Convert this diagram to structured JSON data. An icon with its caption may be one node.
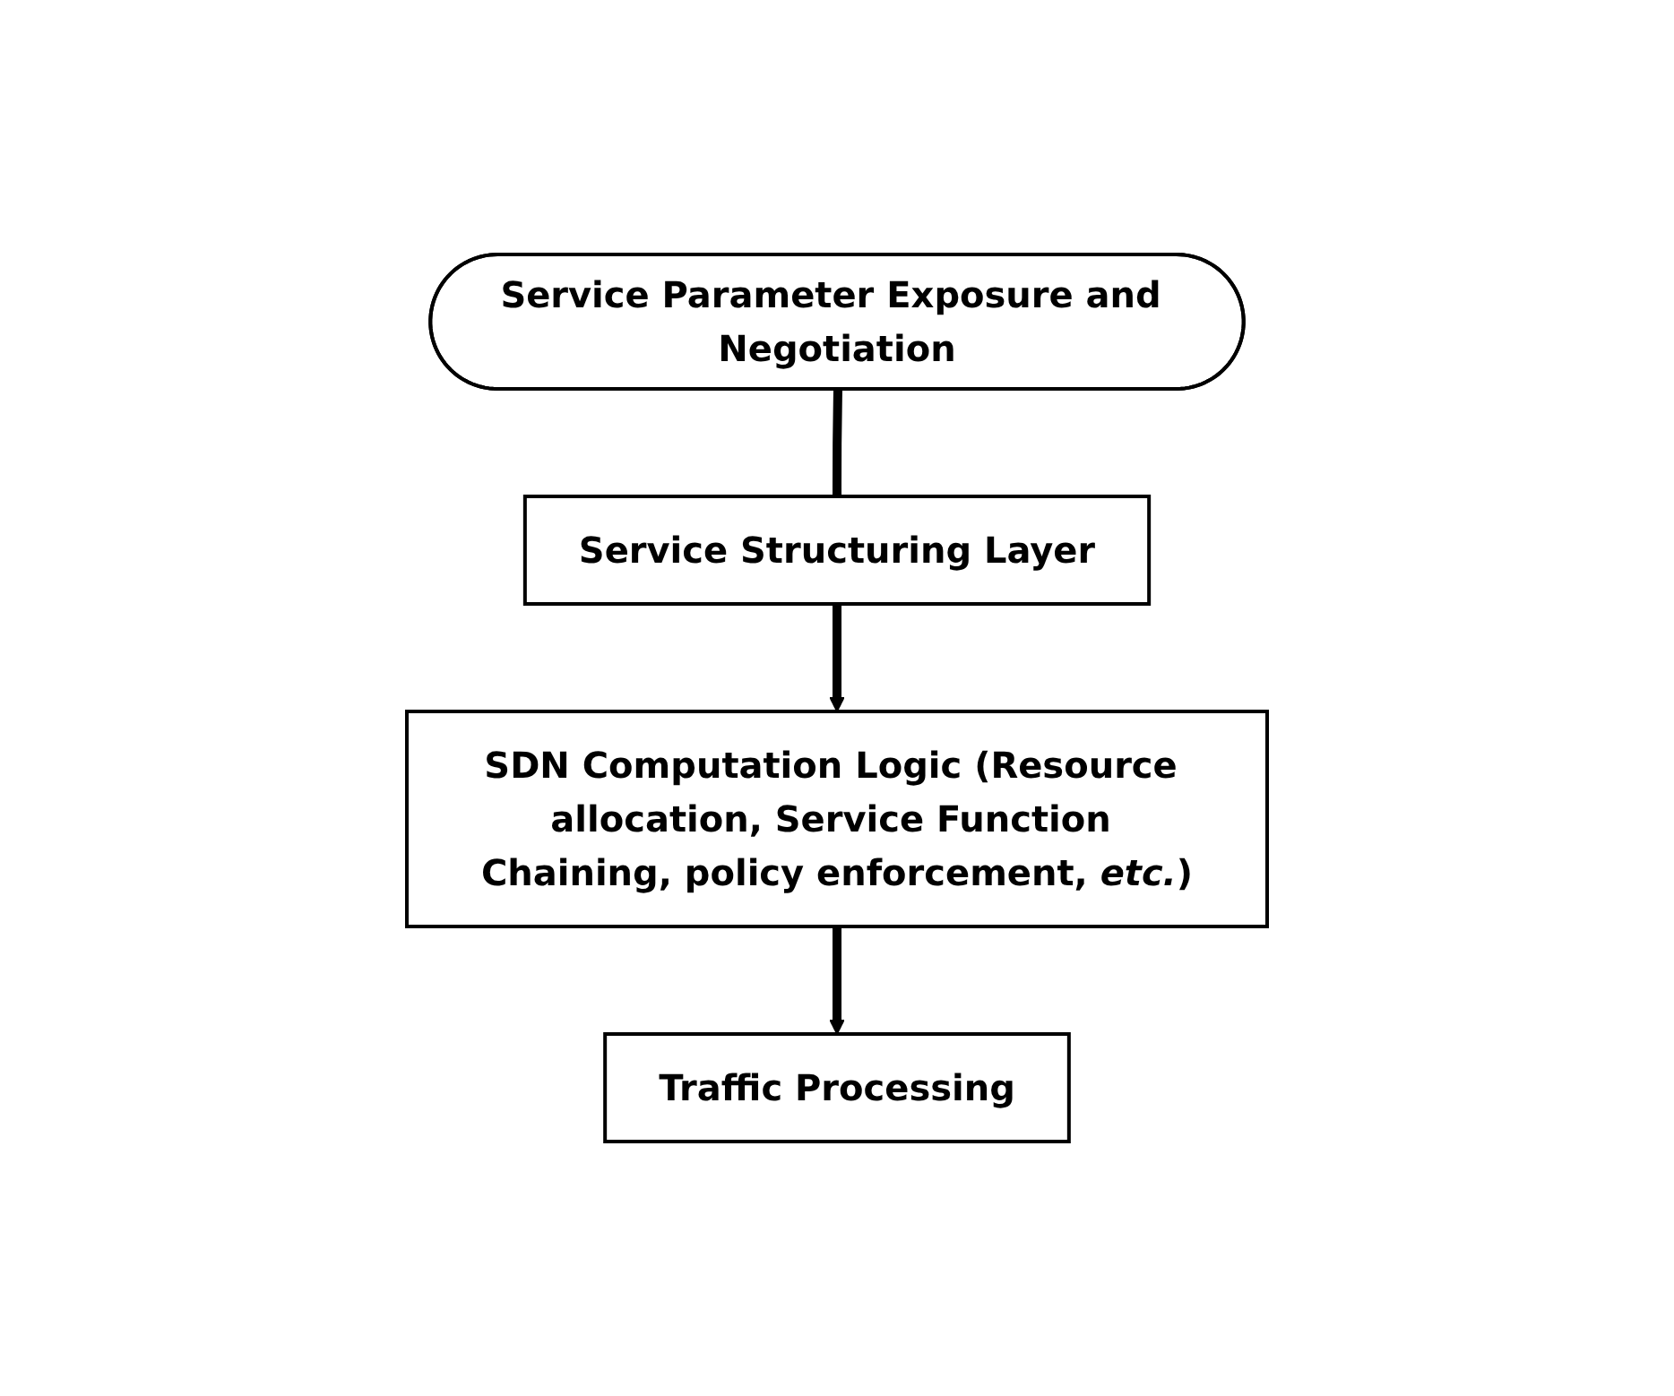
{
  "diagram": {
    "nodes": [
      {
        "text": [
          "Service Parameter Exposure and Negotiation"
        ]
      },
      {
        "text": [
          "Service Structuring Layer"
        ]
      },
      {
        "text": [
          "SDN Computation Logic (Resource allocation, Service Function Chaining, policy enforcement, *etc.*)"
        ]
      },
      {
        "text": [
          "Traffic Processing"
        ]
      }
    ],
    "edges": [
      {
        "from": 0,
        "to": 1,
        "arrow": "none"
      },
      {
        "from": 1,
        "to": 2,
        "arrow": "to"
      },
      {
        "from": 2,
        "to": 3,
        "arrow": "to"
      }
    ]
  }
}
